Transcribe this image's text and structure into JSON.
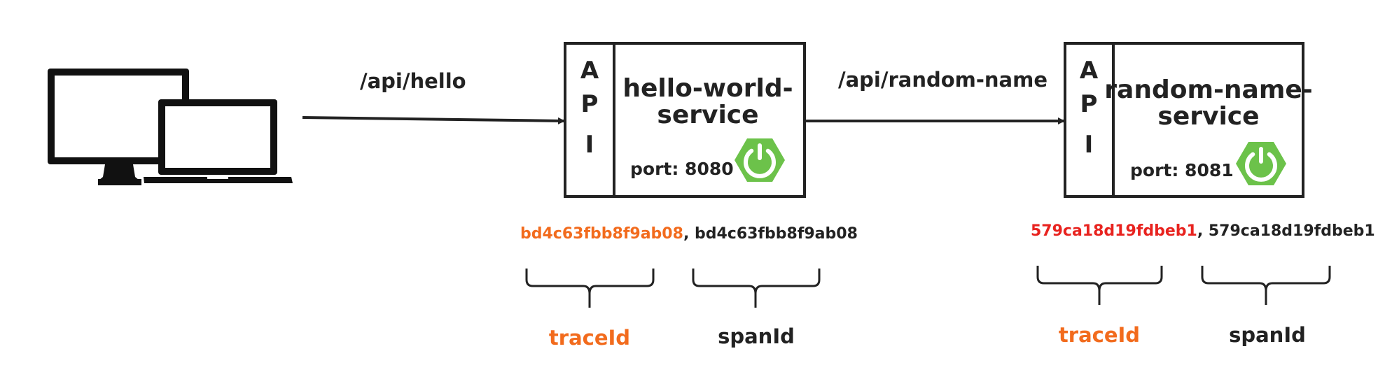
{
  "routes": {
    "client_to_hello": "/api/hello",
    "hello_to_random": "/api/random-name"
  },
  "services": [
    {
      "api_letters": [
        "A",
        "P",
        "I"
      ],
      "name_line1": "hello-world-",
      "name_line2": "service",
      "port": "port: 8080",
      "icon": "spring-boot-power-icon"
    },
    {
      "api_letters": [
        "A",
        "P",
        "I"
      ],
      "name_line1": "random-name-",
      "name_line2": "service",
      "port": "port: 8081",
      "icon": "spring-boot-power-icon"
    }
  ],
  "trace_ids": [
    {
      "trace_id": "bd4c63fbb8f9ab08",
      "separator": ", ",
      "span_id": "bd4c63fbb8f9ab08",
      "trace_label": "traceId",
      "span_label": "spanId",
      "trace_id_color": "#f26b1d"
    },
    {
      "trace_id": "579ca18d19fdbeb1",
      "separator": ", ",
      "span_id": "579ca18d19fdbeb1",
      "trace_label": "traceId",
      "span_label": "spanId",
      "trace_id_color": "#e8231f"
    }
  ],
  "colors": {
    "trace_label": "#f26b1d",
    "spring_green": "#6cc24a",
    "line": "#222222",
    "text": "#222222"
  },
  "icons": {
    "client": "desktop-and-laptop-icon"
  }
}
